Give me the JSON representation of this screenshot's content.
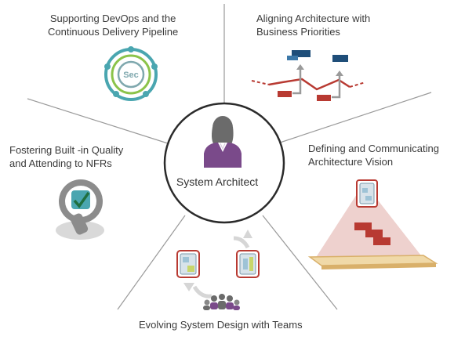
{
  "center": {
    "title": "System Architect"
  },
  "segments": [
    {
      "id": "devops",
      "lines": [
        "Supporting DevOps and the",
        "Continuous Delivery Pipeline"
      ],
      "icon_text": "Sec",
      "icon": "devops-cycle-icon"
    },
    {
      "id": "business",
      "lines": [
        "Aligning Architecture with",
        "Business Priorities"
      ],
      "icon": "alignment-icon"
    },
    {
      "id": "vision",
      "lines": [
        "Defining and Communicating",
        "Architecture Vision"
      ],
      "icon": "projector-icon"
    },
    {
      "id": "teams",
      "lines": [
        "Evolving System Design with Teams"
      ],
      "icon": "team-design-icon"
    },
    {
      "id": "quality",
      "lines": [
        "Fostering Built -in Quality",
        "and Attending to NFRs"
      ],
      "icon": "quality-check-icon"
    }
  ],
  "colors": {
    "purple": "#7a4a8a",
    "teal": "#4aa6b0",
    "green": "#8bc34a",
    "red": "#b83a32",
    "navy": "#1f4e79",
    "gray": "#8c8c8c"
  }
}
